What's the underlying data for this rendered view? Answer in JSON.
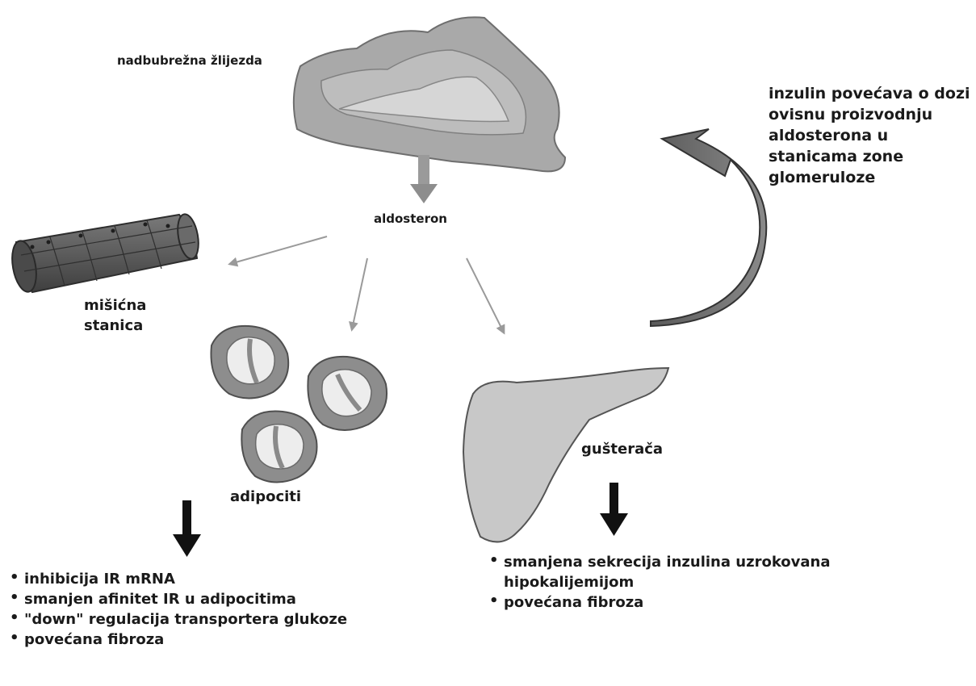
{
  "labels": {
    "adrenal_gland": "nadbubrežna žlijezda",
    "aldosterone": "aldosteron",
    "muscle_cell": "mišićna\nstanica",
    "muscle_cell_line1": "mišićna",
    "muscle_cell_line2": "stanica",
    "adipocytes": "adipociti",
    "pancreas": "gušterača",
    "insulin_note": "inzulin povećava o dozi ovisnu proizvodnju aldosterona u stanicama zone glomeruloze"
  },
  "adipocyte_effects": [
    "inhibicija IR mRNA",
    "smanjen afinitet IR u adipocitima",
    "\"down\" regulacija transportera glukoze",
    "povećana fibroza"
  ],
  "pancreas_effects": [
    "smanjena sekrecija inzulina uzrokovana hipokalijemijom",
    "povećana fibroza"
  ]
}
